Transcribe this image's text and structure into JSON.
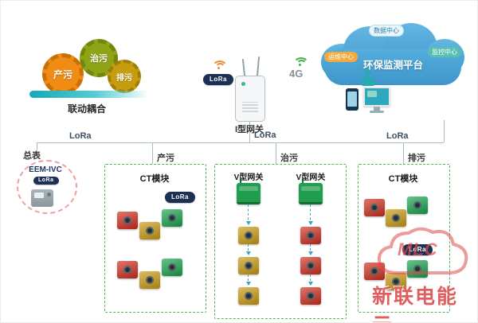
{
  "linkage": {
    "caption": "联动耦合",
    "gears": [
      {
        "label": "产污"
      },
      {
        "label": "治污"
      },
      {
        "label": "排污"
      }
    ]
  },
  "gateway": {
    "label": "I型网关",
    "lora_badge": "LoRa",
    "network_label": "4G"
  },
  "cloud": {
    "title": "环保监测平台",
    "badge_top": "数据中心",
    "badge_left": "运维中心",
    "badge_right": "监控中心"
  },
  "bus": {
    "lora_left": "LoRa",
    "lora_center": "LoRa",
    "lora_right": "LoRa"
  },
  "master_meter": {
    "title": "总表",
    "device_model": "EEM-IVC",
    "lora_badge": "LoRa"
  },
  "zones": {
    "chanwu": {
      "label": "产污",
      "module_title": "CT模块",
      "lora_badge": "LoRa"
    },
    "zhiwu": {
      "label": "治污",
      "gateway_left": "V型网关",
      "gateway_right": "V型网关"
    },
    "paiwu": {
      "label": "排污",
      "module_title": "CT模块",
      "lora_badge": "LoRa"
    }
  },
  "watermark": {
    "logo": "MLC",
    "text": "新联电能云"
  },
  "colors": {
    "module_red": "#cf2c1d",
    "module_yellow": "#c8990f",
    "module_green": "#18a24d",
    "lora_navy": "#1c2f55",
    "cloud_blue": "#4aa6d8",
    "zone_border_green": "#57b35a",
    "line_gray": "#a8bcc6",
    "watermark_red": "#e04848"
  }
}
